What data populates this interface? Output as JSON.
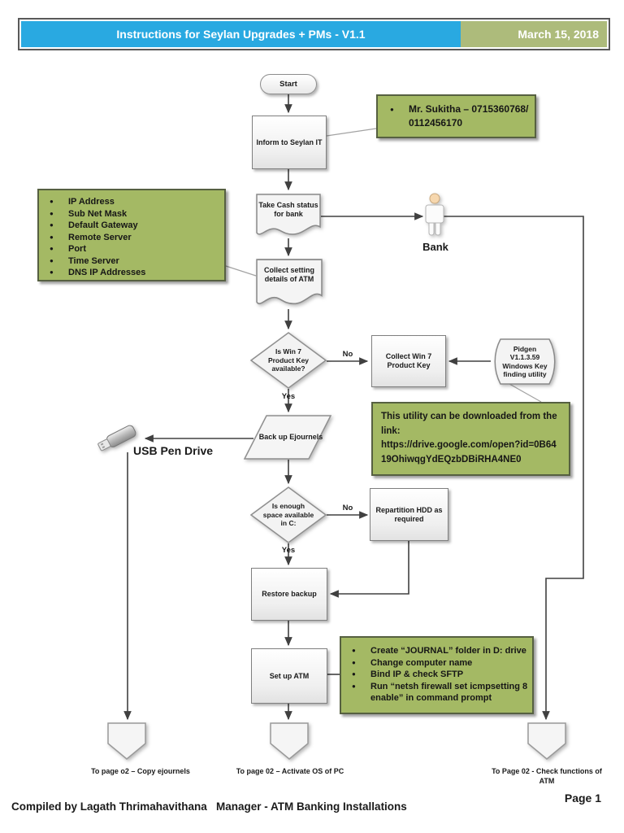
{
  "header": {
    "title": "Instructions for Seylan Upgrades + PMs - V1.1",
    "date": "March 15, 2018",
    "title_bg": "#29a9e1",
    "date_bg": "#adbb7b"
  },
  "colors": {
    "note_bg": "#a4b964",
    "note_border": "#566041",
    "connector_line": "#404040"
  },
  "flow": {
    "start": "Start",
    "inform_it": "Inform to Seylan IT",
    "take_cash": "Take Cash status for bank",
    "bank_label": "Bank",
    "collect_settings": "Collect setting details of ATM",
    "decision_win7": "Is Win 7 Product Key available?",
    "decision_win7_no": "No",
    "decision_win7_yes": "Yes",
    "collect_key": "Collect Win 7 Product Key",
    "pidgen_utility": "Pidgen V1.1.3.59 Windows Key finding utility",
    "backup_ejournals": "Back up Ejournels",
    "usb_label": "USB Pen Drive",
    "decision_space": "Is enough space available in C:",
    "decision_space_no": "No",
    "decision_space_yes": "Yes",
    "repartition": "Repartition HDD as required",
    "restore_backup": "Restore backup",
    "setup_atm": "Set up ATM"
  },
  "notes": {
    "contact": {
      "items": [
        "Mr. Sukitha – 0715360768/ 0112456170"
      ]
    },
    "settings": {
      "items": [
        "IP Address",
        "Sub Net Mask",
        "Default Gateway",
        "Remote Server",
        "Port",
        "Time Server",
        "DNS IP Addresses"
      ]
    },
    "utility": {
      "line1": "This utility can be downloaded from the link:",
      "link": "https://drive.google.com/open?id=0B6419OhiwqgYdEQzbDBiRHA4NE0"
    },
    "setup_tasks": {
      "items": [
        "Create “JOURNAL” folder in D: drive",
        "Change computer name",
        "Bind IP & check SFTP",
        "Run “netsh firewall set icmpsetting 8 enable” in command prompt"
      ]
    }
  },
  "offpage": {
    "left": "To page o2 – Copy ejournels",
    "middle": "To page 02 – Activate OS of PC",
    "right": "To Page 02 - Check functions of ATM"
  },
  "footer": {
    "compiled": "Compiled by Lagath Thrimahavithana   Manager - ATM Banking Installations",
    "page": "Page 1"
  }
}
